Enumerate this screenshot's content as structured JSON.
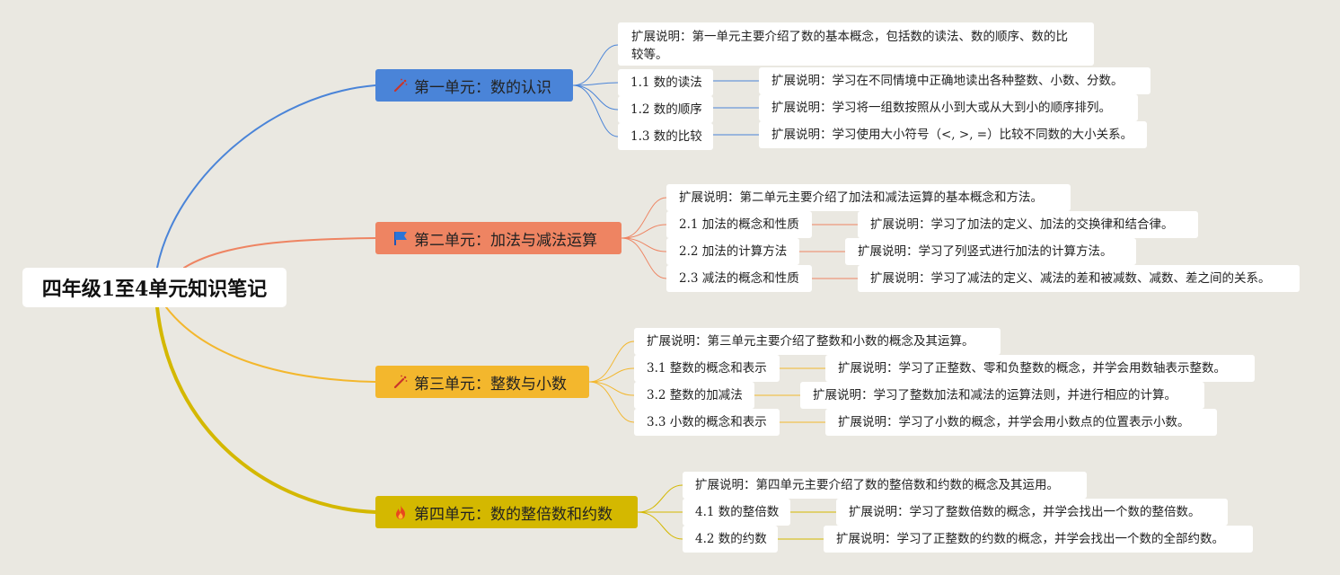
{
  "root": {
    "title": "四年级1至4单元知识笔记"
  },
  "colors": {
    "unit1": "#4a84d8",
    "unit2": "#ee8462",
    "unit3": "#f3b72d",
    "unit4": "#d4b800",
    "background": "#eae8e1"
  },
  "units": [
    {
      "title": "第一单元：数的认识",
      "icon": "magic-wand-icon",
      "overview": "扩展说明：第一单元主要介绍了数的基本概念，包括数的读法、数的顺序、数的比较等。",
      "topics": [
        {
          "title": "1.1 数的读法",
          "note": "扩展说明：学习在不同情境中正确地读出各种整数、小数、分数。"
        },
        {
          "title": "1.2 数的顺序",
          "note": "扩展说明：学习将一组数按照从小到大或从大到小的顺序排列。"
        },
        {
          "title": "1.3 数的比较",
          "note": "扩展说明：学习使用大小符号（<, >, =）比较不同数的大小关系。"
        }
      ]
    },
    {
      "title": "第二单元：加法与减法运算",
      "icon": "flag-icon",
      "overview": "扩展说明：第二单元主要介绍了加法和减法运算的基本概念和方法。",
      "topics": [
        {
          "title": "2.1 加法的概念和性质",
          "note": "扩展说明：学习了加法的定义、加法的交换律和结合律。"
        },
        {
          "title": "2.2 加法的计算方法",
          "note": "扩展说明：学习了列竖式进行加法的计算方法。"
        },
        {
          "title": "2.3 减法的概念和性质",
          "note": "扩展说明：学习了减法的定义、减法的差和被减数、减数、差之间的关系。"
        }
      ]
    },
    {
      "title": "第三单元：整数与小数",
      "icon": "magic-wand-icon",
      "overview": "扩展说明：第三单元主要介绍了整数和小数的概念及其运算。",
      "topics": [
        {
          "title": "3.1 整数的概念和表示",
          "note": "扩展说明：学习了正整数、零和负整数的概念，并学会用数轴表示整数。"
        },
        {
          "title": "3.2 整数的加减法",
          "note": "扩展说明：学习了整数加法和减法的运算法则，并进行相应的计算。"
        },
        {
          "title": "3.3 小数的概念和表示",
          "note": "扩展说明：学习了小数的概念，并学会用小数点的位置表示小数。"
        }
      ]
    },
    {
      "title": "第四单元：数的整倍数和约数",
      "icon": "fire-icon",
      "overview": "扩展说明：第四单元主要介绍了数的整倍数和约数的概念及其运用。",
      "topics": [
        {
          "title": "4.1 数的整倍数",
          "note": "扩展说明：学习了整数倍数的概念，并学会找出一个数的整倍数。"
        },
        {
          "title": "4.2 数的约数",
          "note": "扩展说明：学习了正整数的约数的概念，并学会找出一个数的全部约数。"
        }
      ]
    }
  ]
}
